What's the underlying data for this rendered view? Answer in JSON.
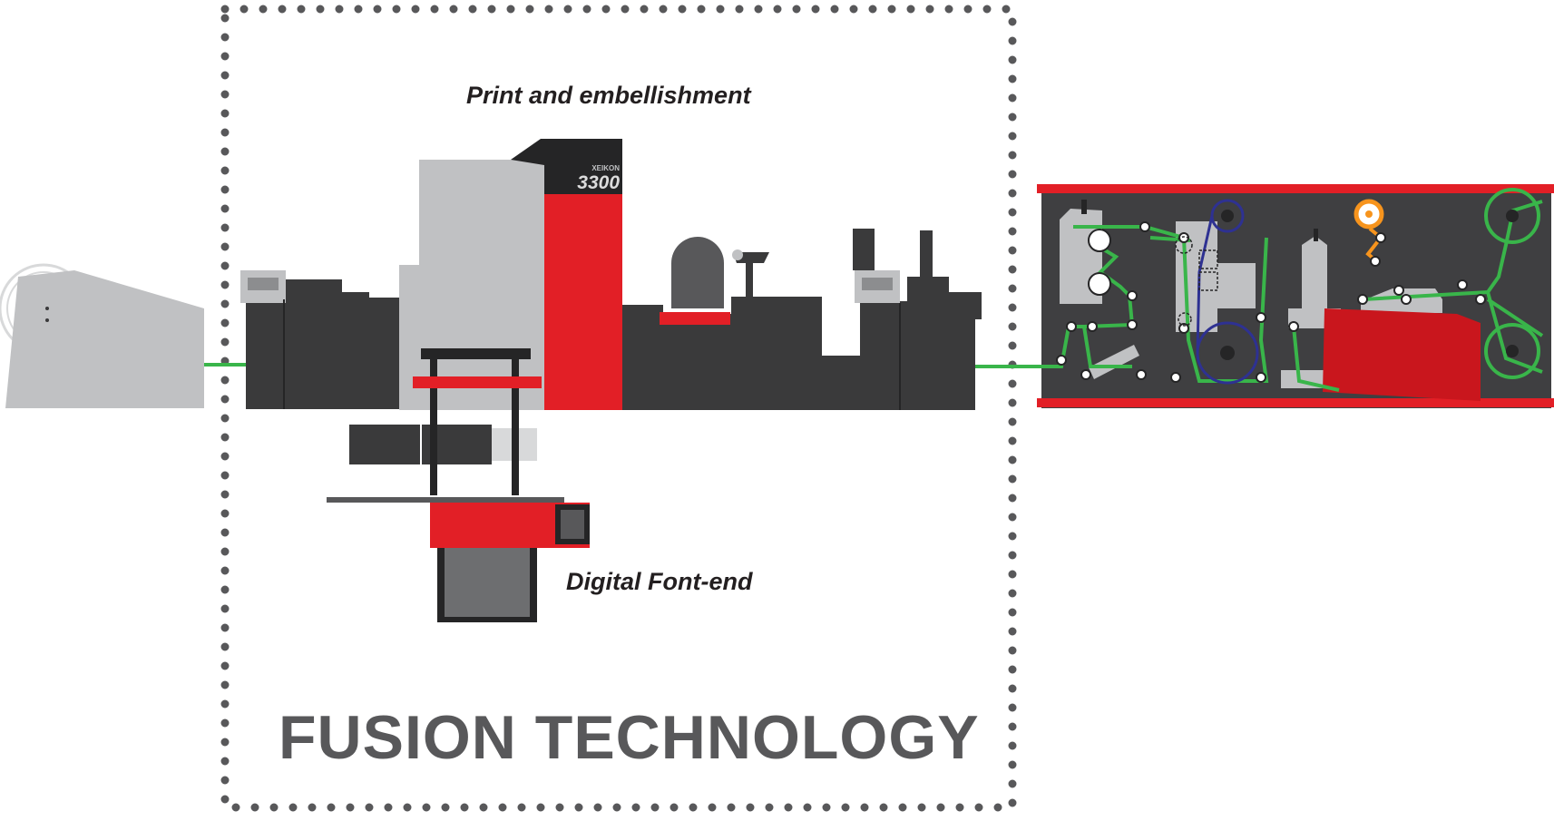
{
  "labels": {
    "print_embellishment": "Print and embellishment",
    "digital_front_end": "Digital Font-end",
    "fusion_title": "FUSION TECHNOLOGY"
  },
  "press": {
    "brand": "XEIKON",
    "model": "3300"
  },
  "colors": {
    "dark_gray": "#3a3a3b",
    "light_gray": "#c0c1c3",
    "red": "#e21f26",
    "web_green": "#39b54a",
    "dotted_border": "#58585a",
    "title_text": "#58585a"
  }
}
